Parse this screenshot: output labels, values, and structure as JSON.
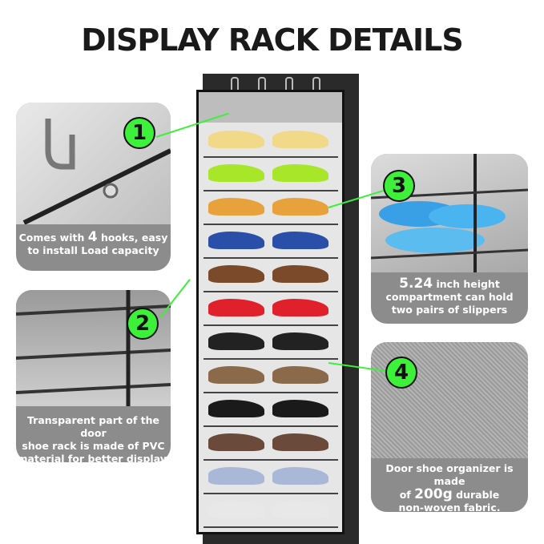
{
  "title": "DISPLAY RACK DETAILS",
  "badges": [
    "1",
    "2",
    "3",
    "4"
  ],
  "panel1": {
    "text_a": "Comes with ",
    "text_num": "4",
    "text_b": " hooks, easy",
    "line2": "to install Load capacity"
  },
  "panel2": {
    "line1": "Transparent part of the door",
    "line2": "shoe rack is made of PVC",
    "line3": "material for better display."
  },
  "panel3": {
    "num": "5.24",
    "line1_rest": " inch height",
    "line2": "compartment can hold",
    "line3": "two pairs of slippers"
  },
  "panel4": {
    "line1": "Door shoe organizer is made",
    "of": "of ",
    "num": "200g",
    "rest": " durable",
    "line3": "non-woven fabric."
  },
  "colors": {
    "accent": "#3df03a",
    "panel": "#8c8c8c",
    "door": "#2a2a2a"
  }
}
